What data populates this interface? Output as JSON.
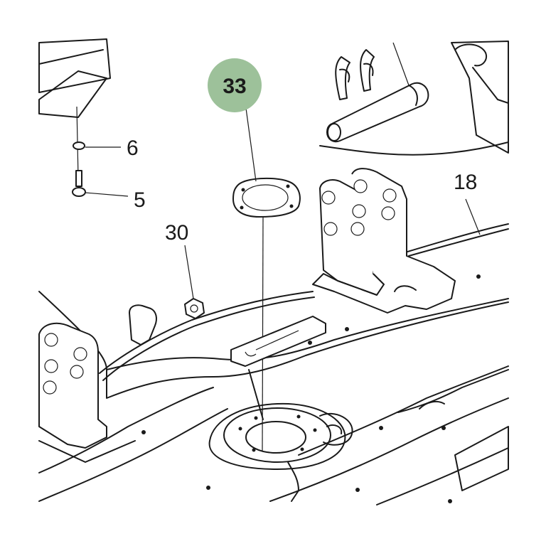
{
  "callouts": {
    "c33": "33",
    "c6": "6",
    "c5": "5",
    "c30": "30",
    "c18": "18"
  },
  "colors": {
    "highlight_badge": "#9dc19a",
    "line": "#1a1a1a",
    "background": "#ffffff"
  }
}
